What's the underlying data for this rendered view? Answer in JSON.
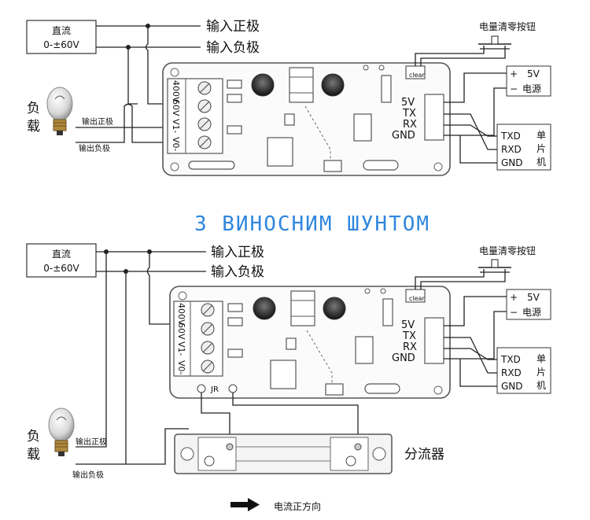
{
  "top": {
    "dc_label": "直流",
    "dc_range": "0-±60V",
    "input_pos": "输入正极",
    "input_neg": "输入负极",
    "load_label_1": "负",
    "load_label_2": "载",
    "output_pos": "输出正极",
    "output_neg": "输出负极",
    "clear_button": "电量清零按钮",
    "clear_silk": "clear",
    "power_5v": "5V",
    "power_label": "电源",
    "plus": "+",
    "minus": "−",
    "header_pins": [
      "5V",
      "TX",
      "RX",
      "GND"
    ],
    "terminal_labels": [
      "400V",
      "60V",
      "V1-",
      "V0-"
    ],
    "mcu_pins": [
      "TXD",
      "RXD",
      "GND"
    ],
    "mcu_label": [
      "单",
      "片",
      "机"
    ]
  },
  "heading": "З ВИНОСНИМ ШУНТОМ",
  "bottom": {
    "dc_label": "直流",
    "dc_range": "0-±60V",
    "input_pos": "输入正极",
    "input_neg": "输入负极",
    "load_label_1": "负",
    "load_label_2": "载",
    "output_pos": "输出正极",
    "output_neg": "输出负极",
    "clear_button": "电量清零按钮",
    "clear_silk": "clear",
    "power_5v": "5V",
    "power_label": "电源",
    "plus": "+",
    "minus": "−",
    "header_pins": [
      "5V",
      "TX",
      "RX",
      "GND"
    ],
    "terminal_labels": [
      "400V",
      "60V",
      "V1-",
      "V0-"
    ],
    "mcu_pins": [
      "TXD",
      "RXD",
      "GND"
    ],
    "mcu_label": [
      "单",
      "片",
      "机"
    ],
    "jr_label": "JR",
    "shunt_label": "分流器",
    "current_direction": "电流正方向"
  }
}
